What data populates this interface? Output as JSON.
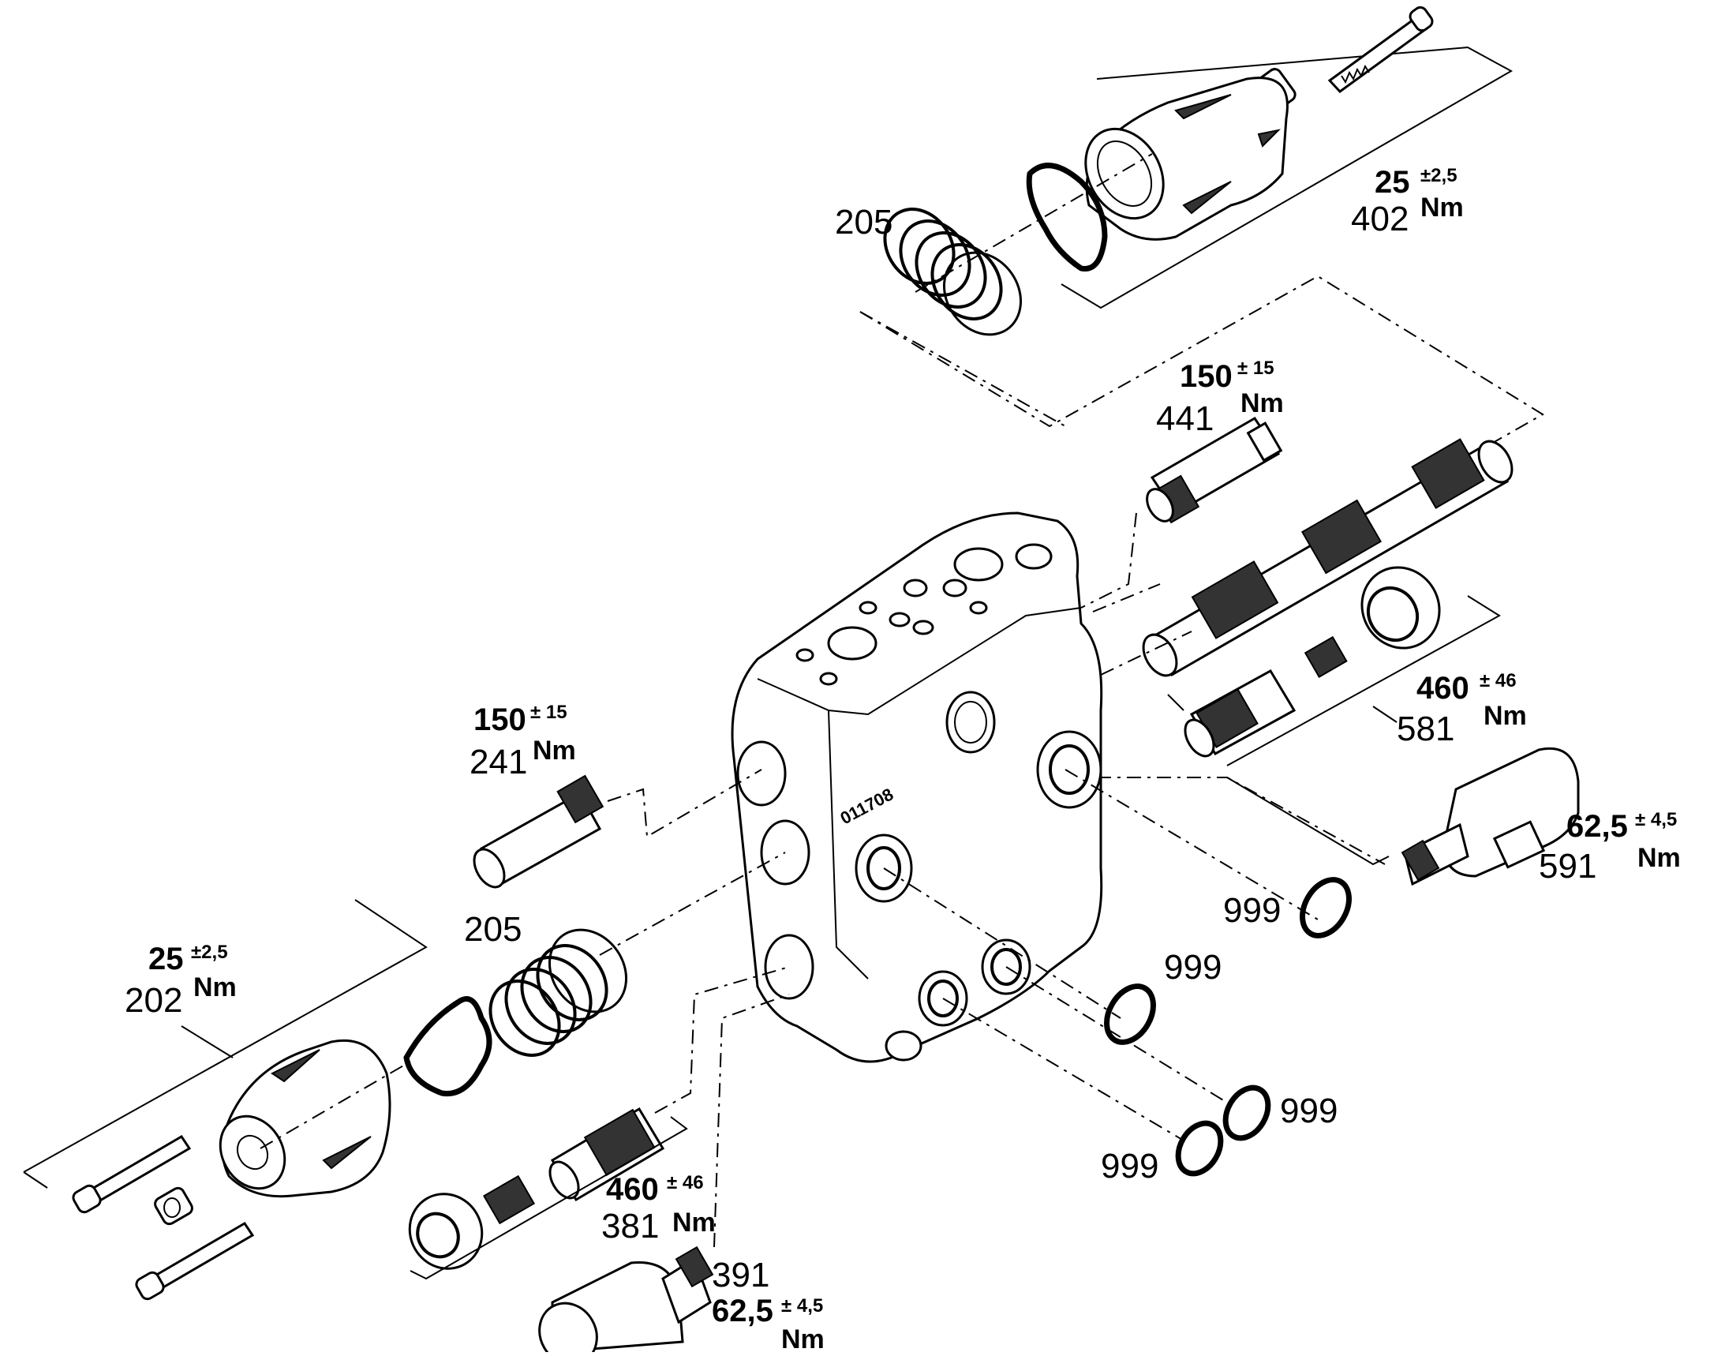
{
  "diagram": {
    "labels": [
      {
        "id": "lbl-205-top",
        "part": "205"
      },
      {
        "id": "lbl-402",
        "part": "402",
        "torque": "25",
        "tolerance": "±2,5",
        "unit": "Nm"
      },
      {
        "id": "lbl-441",
        "part": "441",
        "torque": "150",
        "tolerance": "± 15",
        "unit": "Nm"
      },
      {
        "id": "lbl-241",
        "part": "241",
        "torque": "150",
        "tolerance": "± 15",
        "unit": "Nm"
      },
      {
        "id": "lbl-581",
        "part": "581",
        "torque": "460",
        "tolerance": "± 46",
        "unit": "Nm"
      },
      {
        "id": "lbl-591",
        "part": "591",
        "torque": "62,5",
        "tolerance": "± 4,5",
        "unit": "Nm"
      },
      {
        "id": "lbl-205-bottom",
        "part": "205"
      },
      {
        "id": "lbl-202",
        "part": "202",
        "torque": "25",
        "tolerance": "±2,5",
        "unit": "Nm"
      },
      {
        "id": "lbl-381",
        "part": "381",
        "torque": "460",
        "tolerance": "± 46",
        "unit": "Nm"
      },
      {
        "id": "lbl-391",
        "part": "391",
        "torque": "62,5",
        "tolerance": "± 4,5",
        "unit": "Nm"
      },
      {
        "id": "lbl-999-a",
        "part": "999"
      },
      {
        "id": "lbl-999-b",
        "part": "999"
      },
      {
        "id": "lbl-999-c",
        "part": "999"
      },
      {
        "id": "lbl-999-d",
        "part": "999"
      }
    ],
    "body_marking": "011708"
  }
}
